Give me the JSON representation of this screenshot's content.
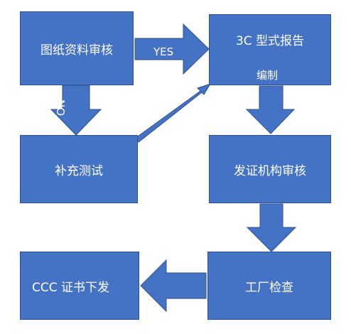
{
  "nodes": {
    "doc_review": "图纸资料审核",
    "report_line1": "3C 型式报告",
    "report_line2": "编制",
    "retest": "补充测试",
    "cert_review": "发证机构审核",
    "factory_check": "工厂检查",
    "ccc_issue": "CCC 证书下发"
  },
  "edges": {
    "yes_label": "YES",
    "no_label": "NO"
  },
  "colors": {
    "fill": "#4472C4",
    "border": "#2F528F"
  }
}
